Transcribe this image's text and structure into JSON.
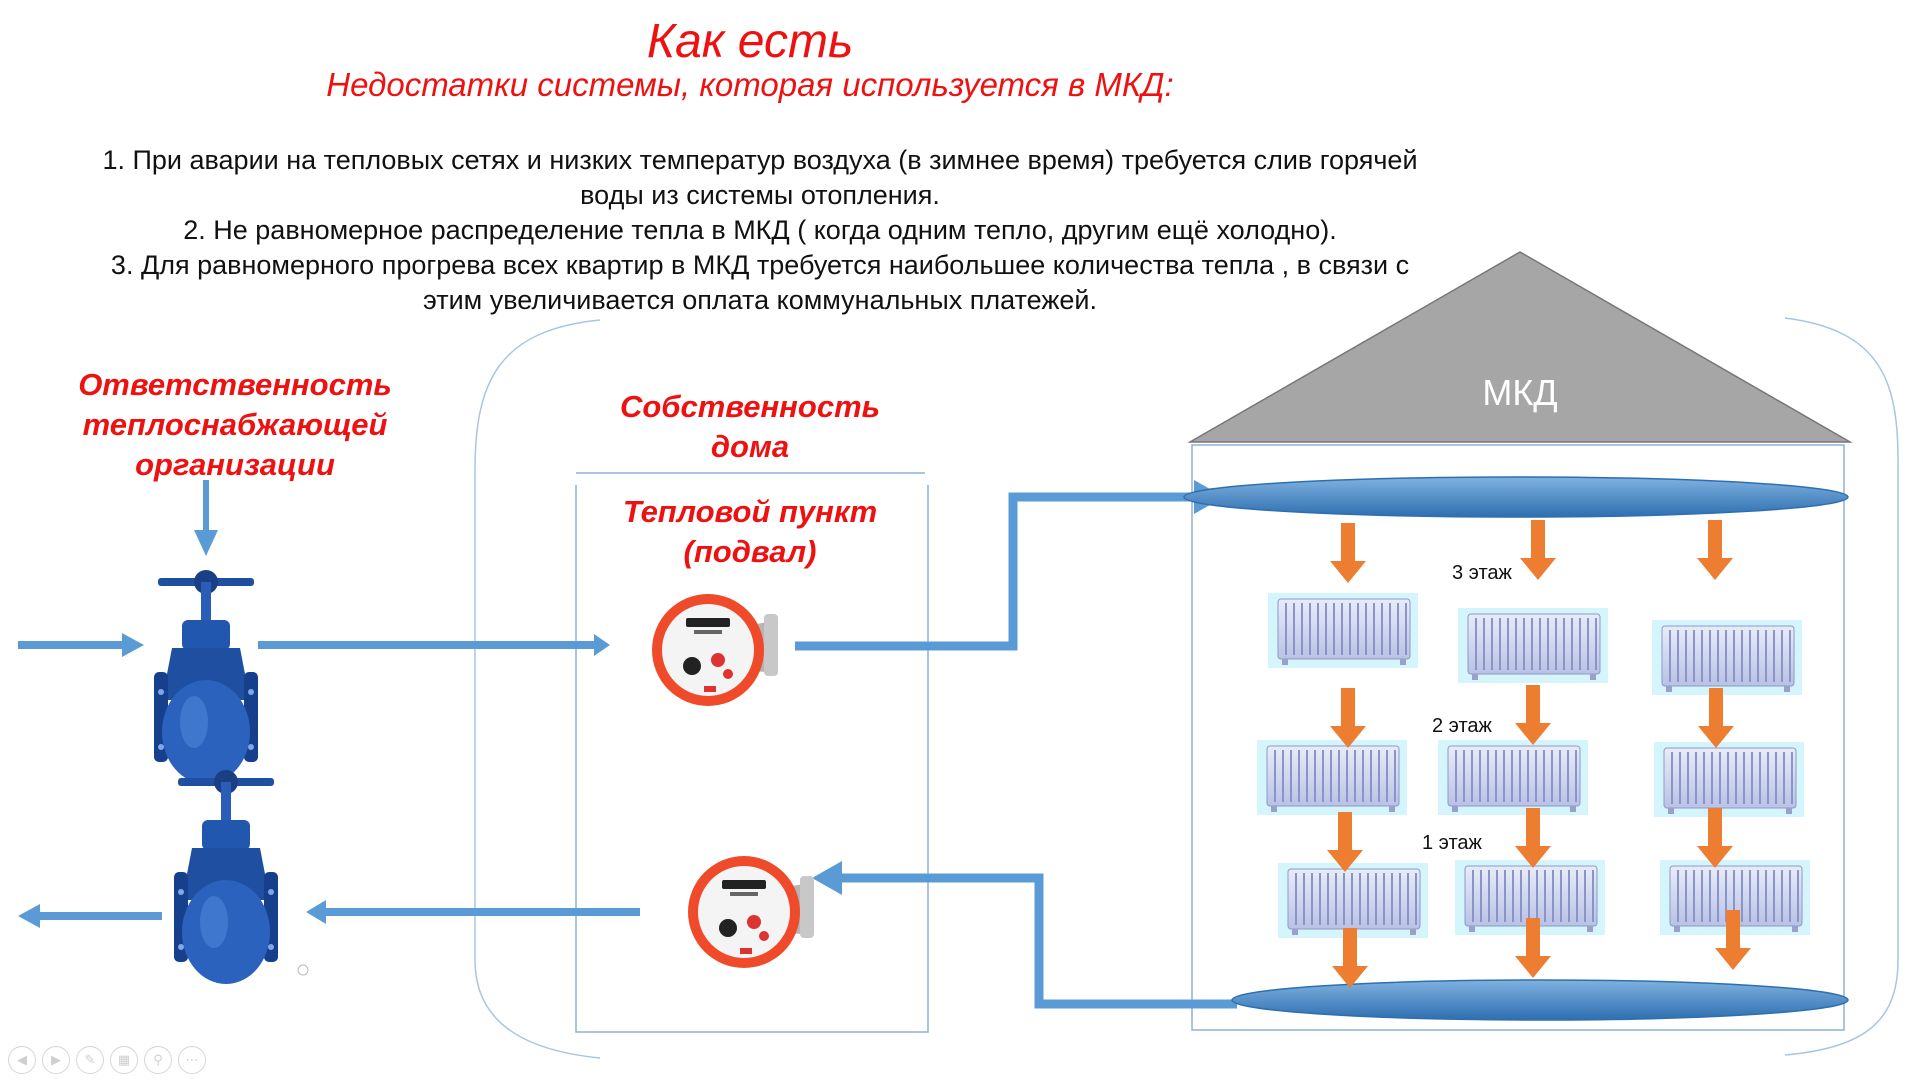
{
  "header": {
    "title": "Как есть",
    "subtitle": "Недостатки  системы, которая используется в МКД:"
  },
  "points": [
    "1. При аварии на тепловых сетях и низких температур воздуха (в зимнее время) требуется слив  горячей",
    "воды из системы отопления.",
    "2. Не равномерное распределение тепла в МКД ( когда одним тепло, другим ещё холодно).",
    "3. Для равномерного прогрева всех квартир в МКД требуется наибольшее количества тепла , в связи с",
    "этим  увеличивается оплата коммунальных платежей."
  ],
  "labels": {
    "supplier": [
      "Ответственность",
      "теплоснабжающей",
      "организации"
    ],
    "property": [
      "Собственность",
      "дома"
    ],
    "heatpoint": [
      "Тепловой пункт",
      "(подвал)"
    ],
    "building": "МКД"
  },
  "floors": {
    "floor3": "3 этаж",
    "floor2": "2 этаж",
    "floor1": "1 этаж"
  },
  "colors": {
    "accent_red": "#ee1111",
    "pipe_blue": "#5b9bd5",
    "flow_orange": "#ed7d31",
    "roof_gray": "#a6a6a6",
    "valve_blue": "#1f4fa0"
  },
  "icons": {
    "valve": "gate-valve-icon",
    "meter": "water-meter-icon",
    "radiator": "radiator-icon"
  },
  "nav_icons": [
    "prev-icon",
    "next-icon",
    "pen-icon",
    "slides-icon",
    "zoom-icon",
    "more-icon"
  ]
}
